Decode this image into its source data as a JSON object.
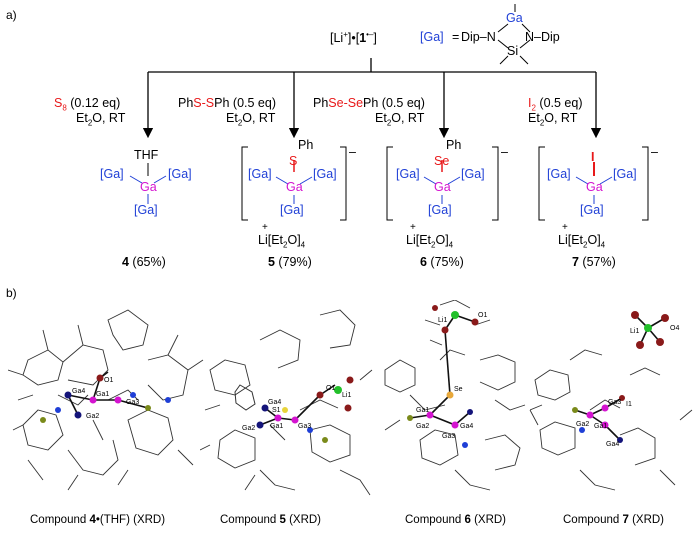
{
  "panel_a_label": "a)",
  "panel_b_label": "b)",
  "header": {
    "reactant_lead": "[Li",
    "reactant_sup": "+",
    "reactant_mid": "]•[",
    "reactant_bold": "1",
    "reactant_sup2": "•–",
    "reactant_end": "]",
    "ga_def_label": "[Ga]",
    "ga_def_eq": "=",
    "ring_ga": "Ga",
    "ring_n_left": "Dip–N",
    "ring_n_right": "N–Dip",
    "ring_si": "Si"
  },
  "routes": [
    {
      "reagent_colored": "S",
      "reagent_sub": "8",
      "reagent_rest": " (0.12 eq)",
      "conditions": "Et",
      "cond_sub": "2",
      "cond_rest": "O, RT"
    },
    {
      "reagent_pre": "Ph",
      "reagent_colored": "S-S",
      "reagent_rest": "Ph (0.5 eq)",
      "conditions": "Et",
      "cond_sub": "2",
      "cond_rest": "O, RT"
    },
    {
      "reagent_pre": "Ph",
      "reagent_colored": "Se-Se",
      "reagent_rest": "Ph (0.5 eq)",
      "conditions": "Et",
      "cond_sub": "2",
      "cond_rest": "O, RT"
    },
    {
      "reagent_colored": "I",
      "reagent_sub": "2",
      "reagent_rest": " (0.5 eq)",
      "conditions": "Et",
      "cond_sub": "2",
      "cond_rest": "O, RT"
    }
  ],
  "products": [
    {
      "top": "THF",
      "center": "Ga",
      "ga_left": "[Ga]",
      "ga_right": "[Ga]",
      "ga_bottom": "[Ga]",
      "number": "4",
      "yield": " (65%)"
    },
    {
      "top": "Ph",
      "bridge": "S",
      "center": "Ga",
      "ga_left": "[Ga]",
      "ga_right": "[Ga]",
      "ga_bottom": "[Ga]",
      "charge": "–",
      "counter_plus": "+",
      "counter": "Li[Et",
      "counter_sub": "2",
      "counter_end": "O]",
      "counter_sub2": "4",
      "number": "5",
      "yield": " (79%)"
    },
    {
      "top": "Ph",
      "bridge": "Se",
      "center": "Ga",
      "ga_left": "[Ga]",
      "ga_right": "[Ga]",
      "ga_bottom": "[Ga]",
      "charge": "–",
      "counter_plus": "+",
      "counter": "Li[Et",
      "counter_sub": "2",
      "counter_end": "O]",
      "counter_sub2": "4",
      "number": "6",
      "yield": " (75%)"
    },
    {
      "bridge": "I",
      "center": "Ga",
      "ga_left": "[Ga]",
      "ga_right": "[Ga]",
      "ga_bottom": "[Ga]",
      "charge": "–",
      "counter_plus": "+",
      "counter": "Li[Et",
      "counter_sub": "2",
      "counter_end": "O]",
      "counter_sub2": "4",
      "number": "7",
      "yield": " (57%)"
    }
  ],
  "captions": [
    {
      "pre": "Compound ",
      "bold": "4",
      "post": "•(THF) (XRD)"
    },
    {
      "pre": "Compound ",
      "bold": "5",
      "post": " (XRD)"
    },
    {
      "pre": "Compound ",
      "bold": "6",
      "post": " (XRD)"
    },
    {
      "pre": "Compound ",
      "bold": "7",
      "post": " (XRD)"
    }
  ],
  "atom_labels": {
    "s4": [
      "O1",
      "Ga4",
      "Ga1",
      "Ga2",
      "Ga3"
    ],
    "s5": [
      "O1",
      "Li1",
      "Ga4",
      "S1",
      "Ga1",
      "Ga2",
      "Ga3"
    ],
    "s6": [
      "Li1",
      "O1",
      "Se",
      "Ga1",
      "Ga2",
      "Ga3",
      "Ga4"
    ],
    "s7": [
      "Li1",
      "O4",
      "I1",
      "Ga3",
      "Ga1",
      "Ga2",
      "Ga4"
    ]
  },
  "colors": {
    "red": "#e8191a",
    "blue": "#1f3fd6",
    "magenta": "#d414d0",
    "green": "#22c02a",
    "navy": "#14147a",
    "olive": "#7a8a1a",
    "maroon": "#8a1a1a"
  }
}
